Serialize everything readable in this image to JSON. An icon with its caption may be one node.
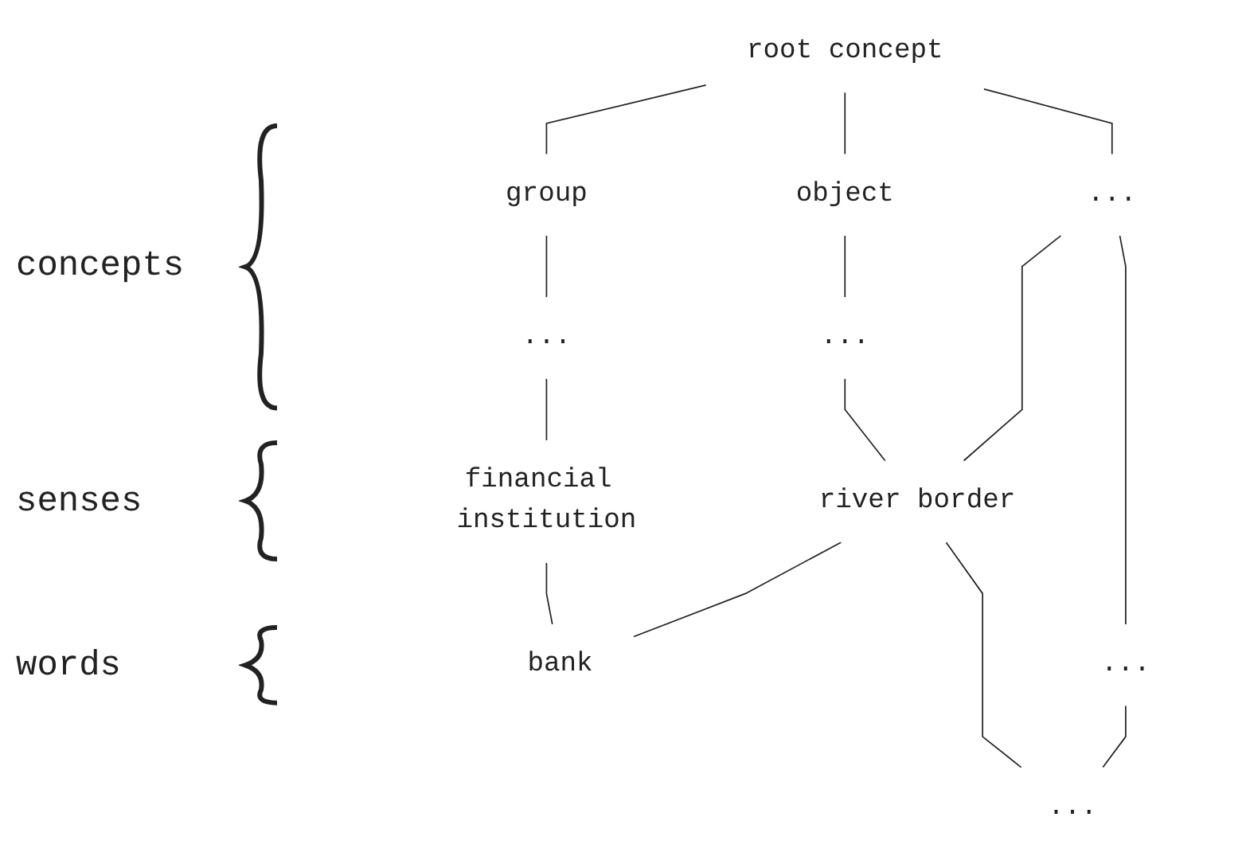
{
  "diagram": {
    "nodes": [
      {
        "text": [
          "root concept"
        ]
      },
      {
        "text": [
          "group"
        ]
      },
      {
        "text": [
          "object"
        ]
      },
      {
        "text": [
          "..."
        ]
      },
      {
        "text": [
          "..."
        ]
      },
      {
        "text": [
          "..."
        ]
      },
      {
        "text": [
          "financial institution"
        ]
      },
      {
        "text": [
          "river border"
        ]
      },
      {
        "text": [
          "..."
        ]
      },
      {
        "text": [
          "bank"
        ]
      },
      {
        "text": [
          "..."
        ]
      }
    ],
    "edges": [
      {
        "from": 0,
        "to": 1,
        "arrow": "none"
      },
      {
        "from": 0,
        "to": 2,
        "arrow": "none"
      },
      {
        "from": 0,
        "to": 3,
        "arrow": "none"
      },
      {
        "from": 1,
        "to": 4,
        "arrow": "none"
      },
      {
        "from": 2,
        "to": 5,
        "arrow": "none"
      },
      {
        "from": 4,
        "to": 6,
        "arrow": "none"
      },
      {
        "from": 5,
        "to": 7,
        "arrow": "none"
      },
      {
        "from": 3,
        "to": 7,
        "arrow": "none"
      },
      {
        "from": 3,
        "to": 8,
        "arrow": "none"
      },
      {
        "from": 6,
        "to": 9,
        "arrow": "none"
      },
      {
        "from": 7,
        "to": 9,
        "arrow": "none"
      },
      {
        "from": 7,
        "to": 10,
        "arrow": "none"
      },
      {
        "from": 8,
        "to": 10,
        "arrow": "none"
      }
    ],
    "labels": [
      "concepts",
      "senses",
      "words"
    ]
  }
}
